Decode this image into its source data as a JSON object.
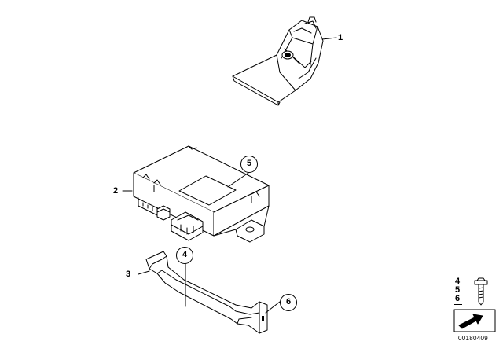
{
  "callouts": {
    "c1": "1",
    "c2": "2",
    "c3": "3",
    "c4": "4",
    "c5": "5",
    "c6": "6"
  },
  "legend": {
    "n4": "4",
    "n5": "5",
    "n6": "6"
  },
  "reference_number": "00180409"
}
